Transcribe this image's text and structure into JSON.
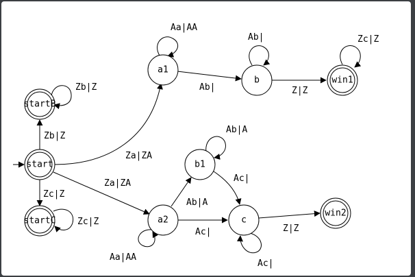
{
  "diagram": {
    "states": {
      "a1": "a1",
      "b": "b",
      "win1": "win1",
      "startB": "startB",
      "start": "start",
      "startC": "startC",
      "b1": "b1",
      "a2": "a2",
      "c": "c",
      "win2": "win2"
    },
    "transitions": {
      "a1_loop": "Aa|AA",
      "b_loop": "Ab|",
      "win1_loop": "Zc|Z",
      "startB_loop": "Zb|Z",
      "a1_to_b": "Ab|",
      "b_to_win1": "Z|Z",
      "start_to_startB": "Zb|Z",
      "start_to_a1": "Za|ZA",
      "b1_loop": "Ab|A",
      "start_to_a2": "Za|ZA",
      "b1_to_c": "Ac|",
      "start_to_startC": "Zc|Z",
      "a2_to_b1": "Ab|A",
      "startC_loop": "Zc|Z",
      "a2_to_c": "Ac|",
      "c_to_win2": "Z|Z",
      "a2_loop": "Aa|AA",
      "c_loop": "Ac|"
    },
    "initial_state": "start",
    "accepting_states": [
      "startB",
      "start",
      "startC",
      "win1",
      "win2"
    ]
  }
}
